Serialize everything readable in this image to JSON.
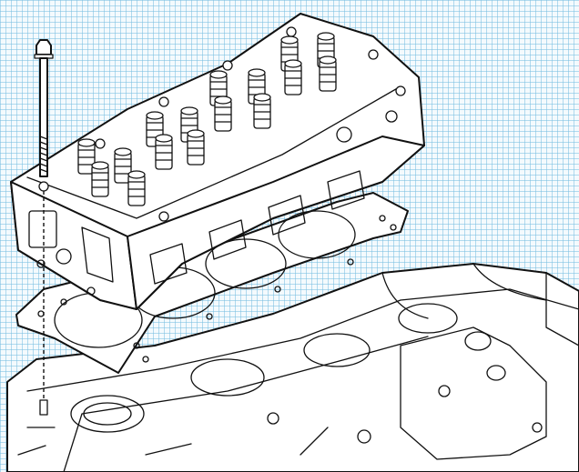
{
  "colors": {
    "ink": "#111111",
    "grid": "#78bee1",
    "background": "#f4fafd",
    "part_fill": "#ffffff"
  },
  "parts": {
    "head_bolt": "bolt",
    "cylinder_head": "cylinder-head",
    "head_gasket": "head-gasket",
    "engine_block": "engine-block"
  },
  "gasket": {
    "bore_count": 4
  },
  "cylinder_head": {
    "valve_spring_count": 16
  }
}
